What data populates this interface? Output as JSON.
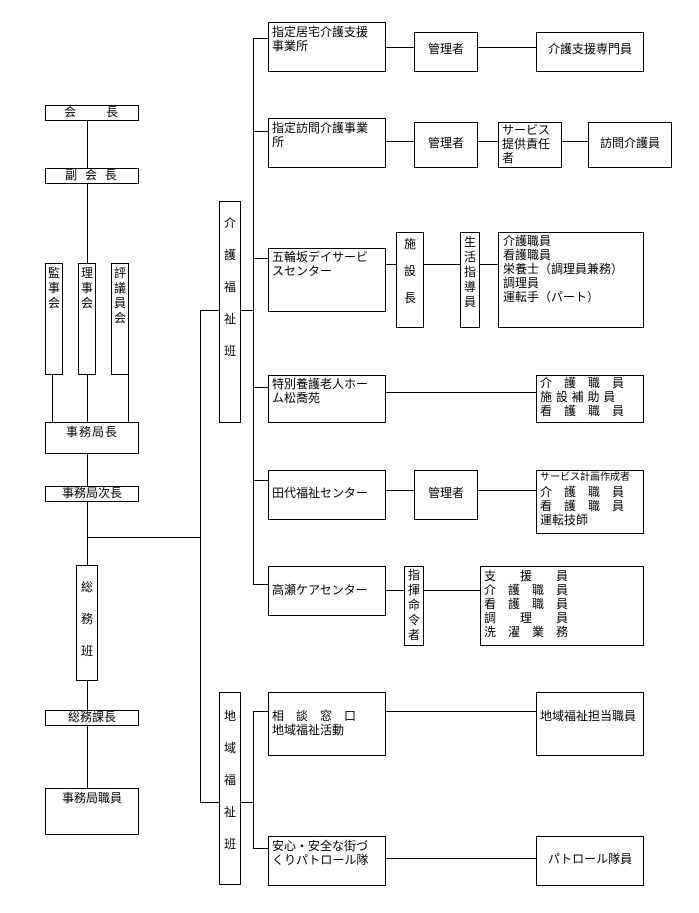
{
  "left": {
    "chairman": "会　　長",
    "vice_chairman": "副 会 長",
    "auditors": [
      "監",
      "事",
      "会"
    ],
    "directors": [
      "理",
      "事",
      "会"
    ],
    "councilors": [
      "評",
      "議",
      "員",
      "会"
    ],
    "director_general": "事務局長",
    "deputy_director_general": "事務局次長",
    "general_affairs_section": [
      "総",
      "務",
      "班"
    ],
    "general_affairs_chief": "総務課長",
    "secretariat_staff": "事務局職員"
  },
  "care_welfare": {
    "section": [
      "介",
      "護",
      "福",
      "祉",
      "班"
    ],
    "home_care_support": {
      "facility": [
        "指定居宅介護支援",
        "事業所"
      ],
      "manager": "管理者",
      "staff": "介護支援専門員"
    },
    "home_visit_care": {
      "facility": [
        "指定訪問介護事業",
        "所"
      ],
      "manager": "管理者",
      "coordinator": [
        "サービス",
        "提供責任",
        "者"
      ],
      "staff": "訪問介護員"
    },
    "day_service": {
      "facility": [
        "五輪坂デイサービ",
        "スセンター"
      ],
      "director": [
        "施",
        "設",
        "長"
      ],
      "life_counselor": [
        "生",
        "活",
        "指",
        "導",
        "員"
      ],
      "staff": [
        "介護職員",
        "看護職員",
        "栄養士（調理員兼務）",
        "調理員",
        "運転手（パート）"
      ]
    },
    "nursing_home": {
      "facility": [
        "特別養護老人ホー",
        "ム松喬苑"
      ],
      "staff": [
        "介　護　職　員",
        "施 設 補 助 員",
        "看　護　職　員"
      ]
    },
    "tashiro_center": {
      "facility": "田代福祉センター",
      "manager": "管理者",
      "staff_title": "サービス計画作成者",
      "staff": [
        "介　護　職　員",
        "看　護　職　員",
        "運転技師"
      ]
    },
    "takase_center": {
      "facility": "高瀬ケアセンター",
      "commander": [
        "指",
        "揮",
        "命",
        "令",
        "者"
      ],
      "staff": [
        "支　　援　　員",
        "介　護　職　員",
        "看　護　職　員",
        "調　　理　　員",
        "洗　濯　業　務"
      ]
    }
  },
  "community_welfare": {
    "section": [
      "地",
      "域",
      "福",
      "祉",
      "班"
    ],
    "consultation": {
      "title": [
        "相　談　窓　口",
        "地域福祉活動"
      ],
      "staff": "地域福祉担当職員"
    },
    "patrol": {
      "title": [
        "安心・安全な街づ",
        "くりパトロール隊"
      ],
      "staff": "パトロール隊員"
    }
  }
}
